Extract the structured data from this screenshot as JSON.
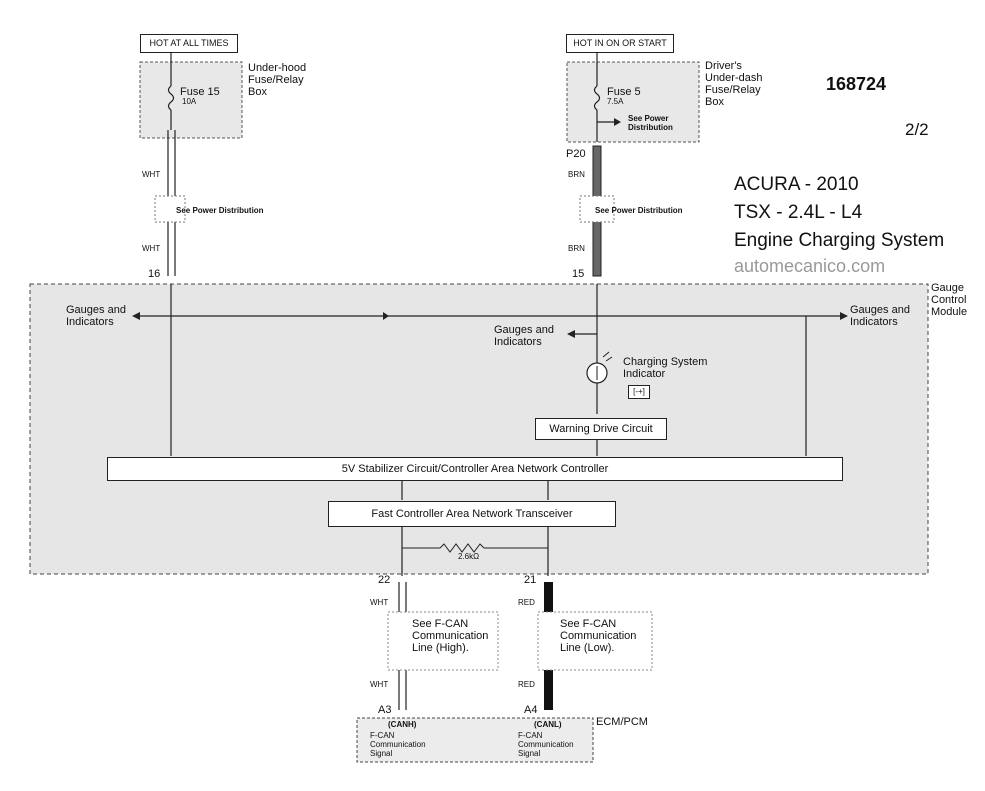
{
  "left_circuit": {
    "header": "HOT AT ALL TIMES",
    "fuse_label": "Fuse 15",
    "fuse_rating": "10A",
    "box_label": "Under-hood\nFuse/Relay\nBox",
    "wire_color_top": "WHT",
    "power_distribution": "See Power Distribution",
    "wire_color_bottom": "WHT",
    "pin": "16"
  },
  "right_circuit": {
    "header": "HOT IN ON OR START",
    "fuse_label": "Fuse 5",
    "fuse_rating": "7.5A",
    "box_label": "Driver's\nUnder-dash\nFuse/Relay\nBox",
    "see_power": "See Power\nDistribution",
    "connector": "P20",
    "wire_color_top": "BRN",
    "power_distribution": "See Power Distribution",
    "wire_color_bottom": "BRN",
    "pin": "15"
  },
  "title_block": {
    "number": "168724",
    "page": "2/2",
    "make_year": "ACURA -  2010",
    "model": "TSX - 2.4L -  L4",
    "system": "Engine Charging System",
    "watermark": "automecanico.com"
  },
  "module": {
    "name": "Gauge\nControl\nModule",
    "gauges_left": "Gauges and\nIndicators",
    "gauges_right": "Gauges and\nIndicators",
    "gauges_mid": "Gauges and\nIndicators",
    "charging_indicator": "Charging System\nIndicator",
    "battery_symbol": "[-+]",
    "warning_drive": "Warning Drive Circuit",
    "stabilizer": "5V Stabilizer Circuit/Controller Area Network Controller",
    "transceiver": "Fast Controller Area Network Transceiver",
    "resistor": "2.6kΩ"
  },
  "bottom": {
    "pin_left": "22",
    "pin_right": "21",
    "wire_left_top": "WHT",
    "wire_right_top": "RED",
    "see_high": "See F-CAN\nCommunication\nLine (High).",
    "see_low": "See F-CAN\nCommunication\nLine (Low).",
    "wire_left_bottom": "WHT",
    "wire_right_bottom": "RED",
    "conn_left": "A3",
    "conn_right": "A4",
    "canh": "(CANH)",
    "canl": "(CANL)",
    "signal_left": "F-CAN\nCommunication\nSignal",
    "signal_right": "F-CAN\nCommunication\nSignal",
    "ecm": "ECM/PCM"
  }
}
